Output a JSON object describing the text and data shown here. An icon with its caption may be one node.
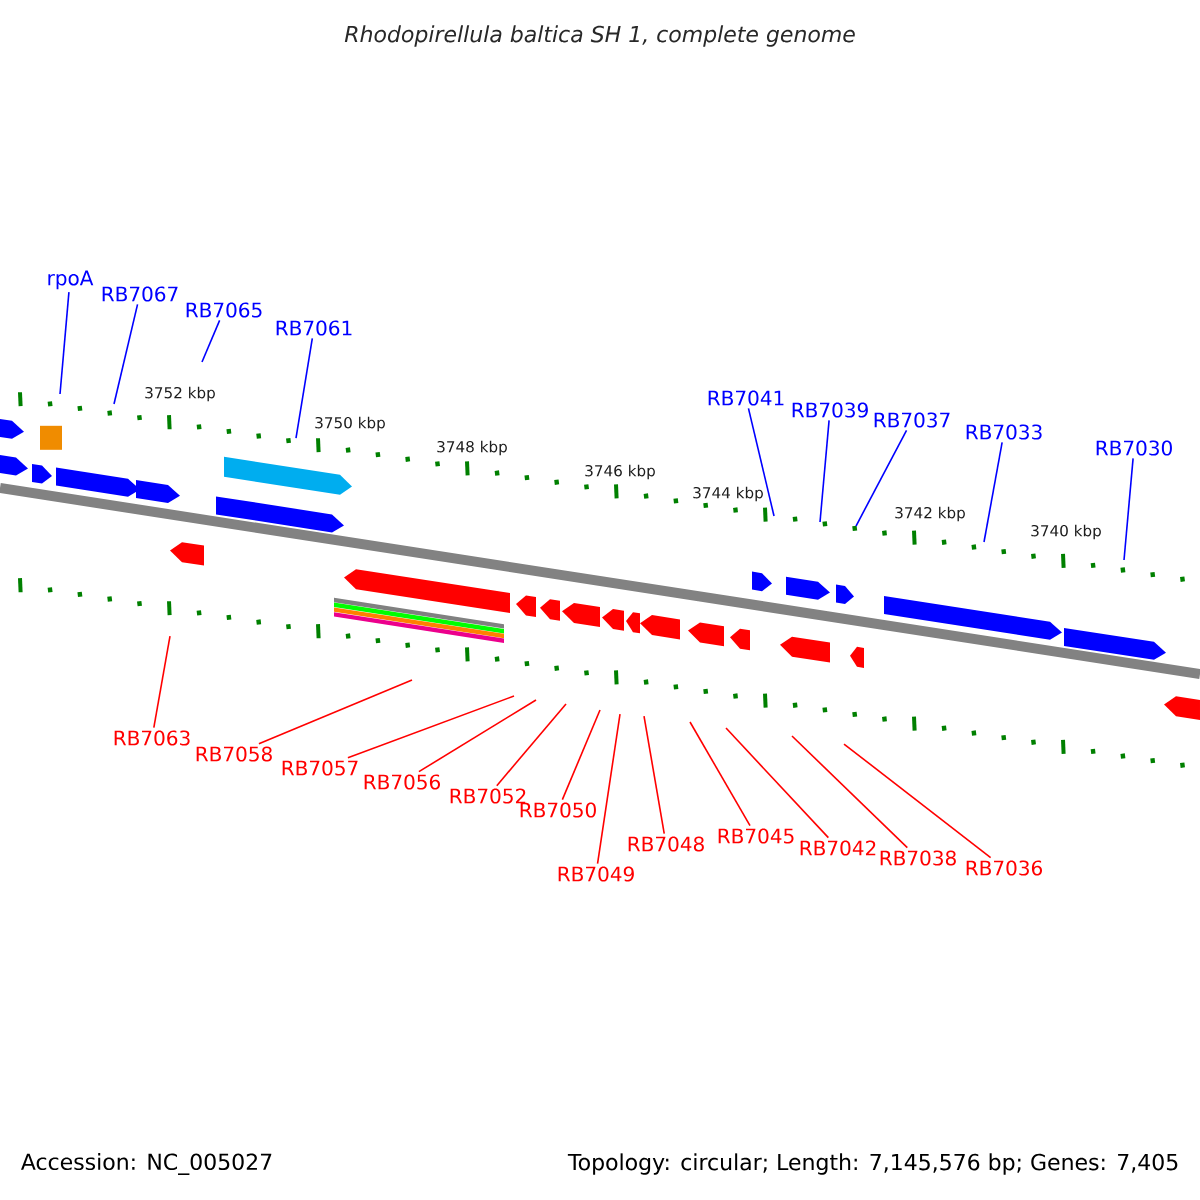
{
  "diagram": {
    "title": "Rhodopirellula baltica SH 1, complete genome",
    "nodes": [
      {
        "text": [
          "rpoA"
        ]
      },
      {
        "text": [
          "RB7067"
        ]
      },
      {
        "text": [
          "RB7065"
        ]
      },
      {
        "text": [
          "RB7061"
        ]
      },
      {
        "text": [
          "RB7041"
        ]
      },
      {
        "text": [
          "RB7039"
        ]
      },
      {
        "text": [
          "RB7037"
        ]
      },
      {
        "text": [
          "RB7033"
        ]
      },
      {
        "text": [
          "RB7030"
        ]
      },
      {
        "text": [
          "RB7063"
        ]
      },
      {
        "text": [
          "RB7058"
        ]
      },
      {
        "text": [
          "RB7057"
        ]
      },
      {
        "text": [
          "RB7056"
        ]
      },
      {
        "text": [
          "RB7052"
        ]
      },
      {
        "text": [
          "RB7050"
        ]
      },
      {
        "text": [
          "RB7049"
        ]
      },
      {
        "text": [
          "RB7048"
        ]
      },
      {
        "text": [
          "RB7045"
        ]
      },
      {
        "text": [
          "RB7042"
        ]
      },
      {
        "text": [
          "RB7038"
        ]
      },
      {
        "text": [
          "RB7036"
        ]
      }
    ],
    "edges": [
      {
        "from": 0,
        "to": null,
        "arrow": "none",
        "color": "#0000ff"
      },
      {
        "from": 1,
        "to": null,
        "arrow": "none",
        "color": "#0000ff"
      },
      {
        "from": 2,
        "to": null,
        "arrow": "none",
        "color": "#0000ff"
      },
      {
        "from": 3,
        "to": null,
        "arrow": "none",
        "color": "#0000ff"
      },
      {
        "from": 4,
        "to": null,
        "arrow": "none",
        "color": "#0000ff"
      },
      {
        "from": 5,
        "to": null,
        "arrow": "none",
        "color": "#0000ff"
      },
      {
        "from": 6,
        "to": null,
        "arrow": "none",
        "color": "#0000ff"
      },
      {
        "from": 7,
        "to": null,
        "arrow": "none",
        "color": "#0000ff"
      },
      {
        "from": 8,
        "to": null,
        "arrow": "none",
        "color": "#0000ff"
      },
      {
        "from": 9,
        "to": null,
        "arrow": "none"
      },
      {
        "from": 10,
        "to": null,
        "arrow": "none"
      },
      {
        "from": 11,
        "to": null,
        "arrow": "none"
      },
      {
        "from": 12,
        "to": null,
        "arrow": "none"
      },
      {
        "from": 13,
        "to": null,
        "arrow": "none"
      },
      {
        "from": 14,
        "to": null,
        "arrow": "none"
      },
      {
        "from": 15,
        "to": null,
        "arrow": "none"
      },
      {
        "from": 16,
        "to": null,
        "arrow": "none"
      },
      {
        "from": 17,
        "to": null,
        "arrow": "none"
      },
      {
        "from": 18,
        "to": null,
        "arrow": "none"
      },
      {
        "from": 19,
        "to": null,
        "arrow": "none"
      },
      {
        "from": 20,
        "to": null,
        "arrow": "none"
      }
    ],
    "labels": [
      "3752 kbp",
      "3750 kbp",
      "3748 kbp",
      "3746 kbp",
      "3744 kbp",
      "3742 kbp",
      "3740 kbp",
      "Accession: NC_005027",
      "Topology: circular; Length: 7,145,576 bp; Genes: 7,405"
    ]
  }
}
